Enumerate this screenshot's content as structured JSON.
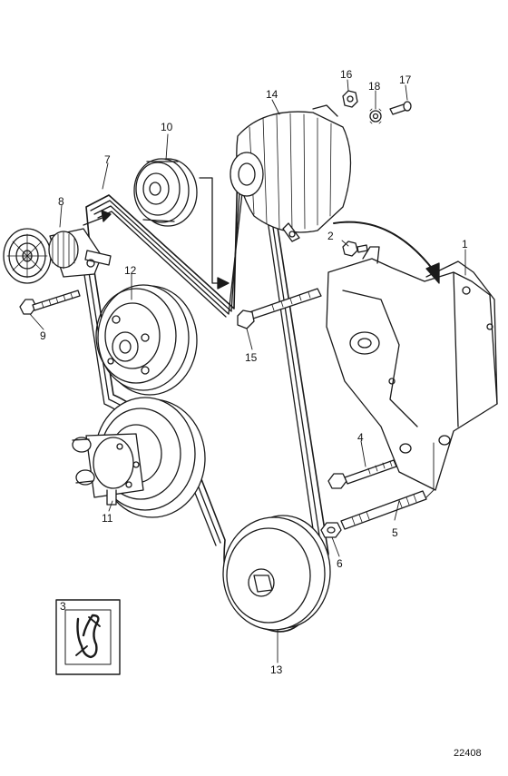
{
  "diagram": {
    "colors": {
      "line": "#1a1a1a",
      "fill": "#ffffff",
      "shade": "#d9d9d9"
    },
    "callouts": {
      "c1": "1",
      "c2": "2",
      "c3": "3",
      "c4": "4",
      "c5": "5",
      "c6": "6",
      "c7": "7",
      "c8": "8",
      "c9": "9",
      "c10": "10",
      "c11": "11",
      "c12": "12",
      "c13": "13",
      "c14": "14",
      "c15": "15",
      "c16": "16",
      "c17": "17",
      "c18": "18"
    },
    "reference_number": "22408"
  }
}
